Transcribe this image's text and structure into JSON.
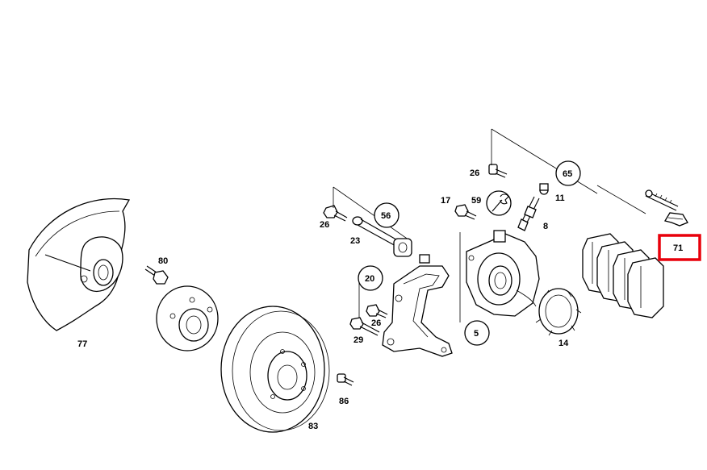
{
  "labels": {
    "n77": "77",
    "n80": "80",
    "n83": "83",
    "n86": "86",
    "n26a": "26",
    "n23": "23",
    "n56": "56",
    "n20": "20",
    "n26b": "26",
    "n29": "29",
    "n26c": "26",
    "n17": "17",
    "n59": "59",
    "n65": "65",
    "n11": "11",
    "n8": "8",
    "n5": "5",
    "n14": "14",
    "n71": "71"
  },
  "highlight": {
    "label": "71",
    "color": "#e8000b"
  }
}
